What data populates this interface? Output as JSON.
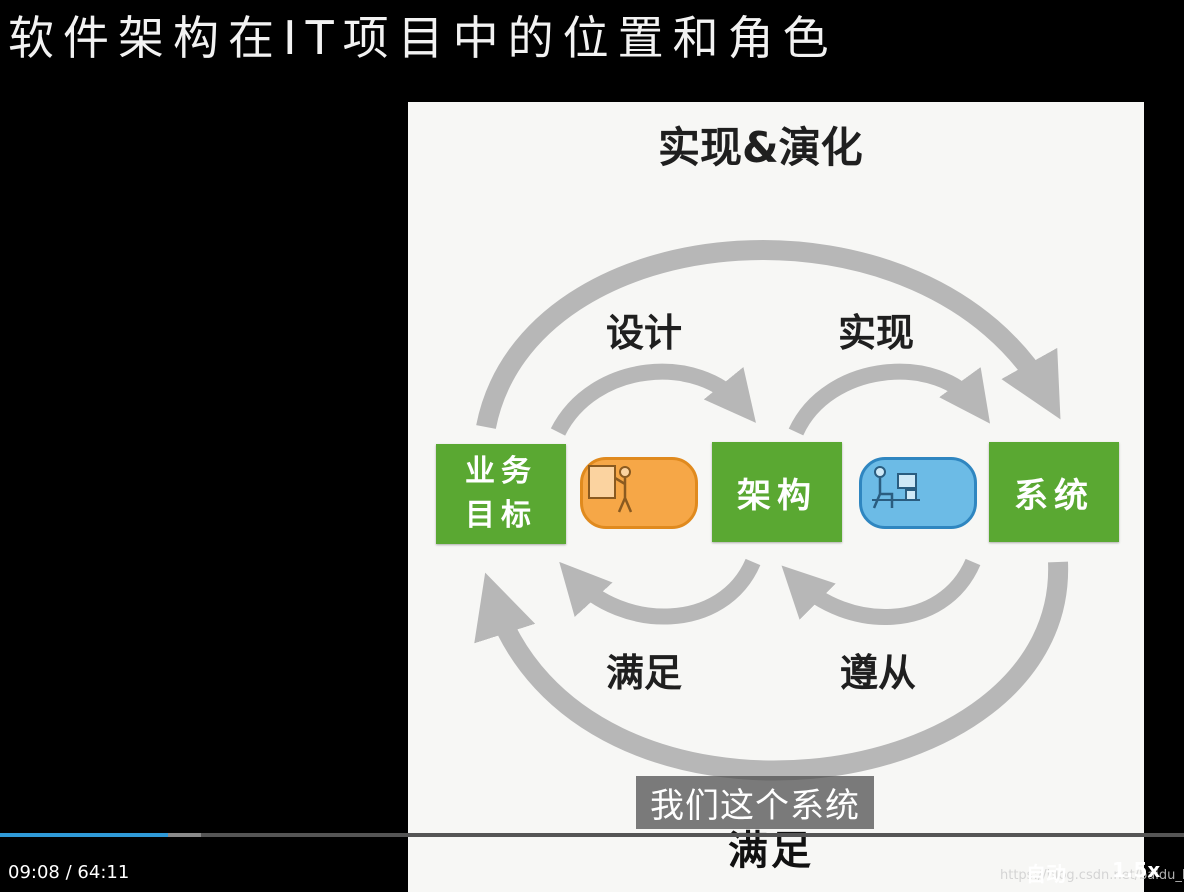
{
  "page": {
    "title": "软件架构在IT项目中的位置和角色"
  },
  "diagram": {
    "top_label": "实现&演化",
    "arrow_labels": {
      "design": "设计",
      "implement": "实现",
      "satisfy": "满足",
      "comply": "遵从"
    },
    "boxes": {
      "business_goal": "业务\n目标",
      "architecture": "架构",
      "system": "系统"
    },
    "colors": {
      "box_green": "#5aa832",
      "arrow_gray": "#b7b7b7",
      "pill_orange": "#f5a03a",
      "pill_blue": "#5ab0e0"
    },
    "icons": {
      "left_pill": "presenter-at-board-icon",
      "right_pill": "person-at-computer-icon"
    }
  },
  "player": {
    "subtitle": "我们这个系统",
    "slide_bottom_text": "满足",
    "current_time": "09:08",
    "time_separator": "/",
    "duration": "64:11",
    "progress_fraction": 0.142,
    "buffered_fraction": 0.17,
    "auto_label": "自动",
    "speed_label": "1.5x",
    "watermark": "https://blog.csdn.net/baidu_loyu"
  }
}
